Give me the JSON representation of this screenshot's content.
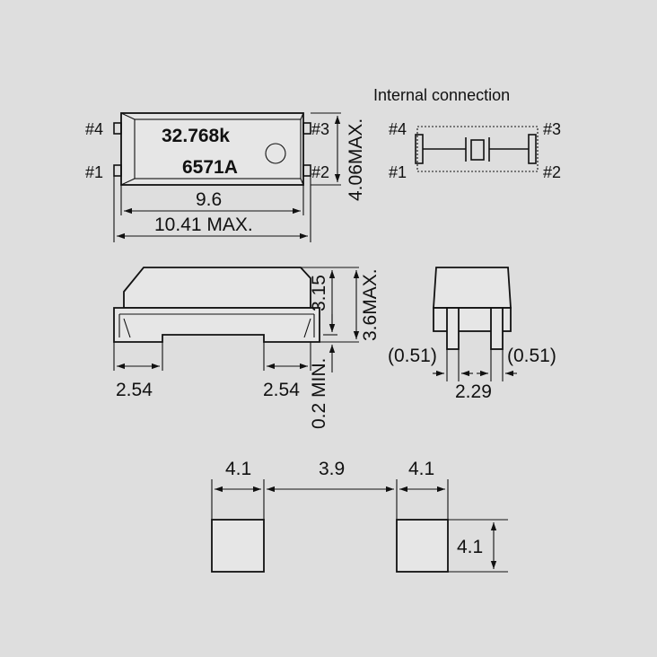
{
  "top_view": {
    "frequency_marking": "32.768k",
    "part_marking": "6571A",
    "pin4": "#4",
    "pin1": "#1",
    "pin3": "#3",
    "pin2": "#2",
    "dim_length": "9.6",
    "dim_length_max": "10.41 MAX.",
    "dim_width_max": "4.06MAX."
  },
  "internal_connection": {
    "title": "Internal connection",
    "pin4": "#4",
    "pin1": "#1",
    "pin3": "#3",
    "pin2": "#2"
  },
  "side_view": {
    "dim_height": "3.15",
    "dim_height_max": "3.6MAX.",
    "dim_standoff": "0.2 MIN.",
    "dim_pad_left": "2.54",
    "dim_pad_right": "2.54"
  },
  "end_view": {
    "dim_left": "(0.51)",
    "dim_right": "(0.51)",
    "dim_pitch": "2.29"
  },
  "footprint": {
    "dim_pad_left_width": "4.1",
    "dim_gap": "3.9",
    "dim_pad_right_width": "4.1",
    "dim_pad_height": "4.1"
  }
}
